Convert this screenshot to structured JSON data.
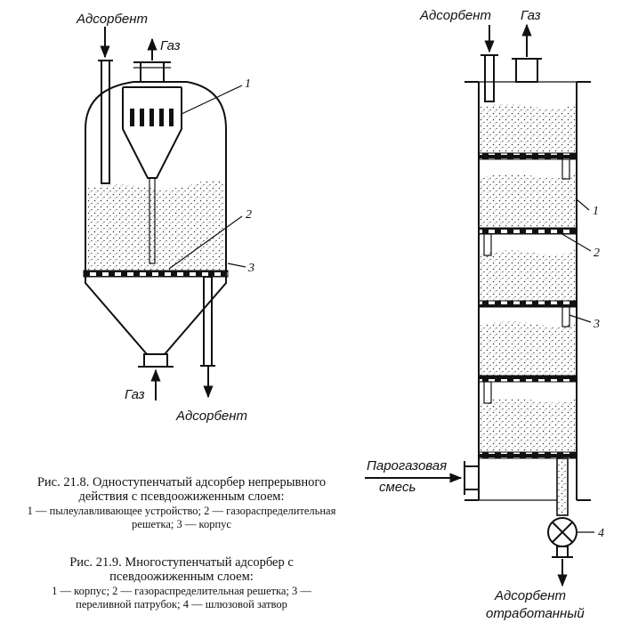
{
  "fig1": {
    "labels": {
      "adsorbent_in": "Адсорбент",
      "gas_out": "Газ",
      "gas_in": "Газ",
      "adsorbent_out": "Адсорбент"
    },
    "callouts": [
      "1",
      "2",
      "3"
    ]
  },
  "fig2": {
    "labels": {
      "adsorbent_in": "Адсорбент",
      "gas_out": "Газ",
      "vapor_gas_line1": "Парогазовая",
      "vapor_gas_line2": "смесь",
      "spent_line1": "Адсорбент",
      "spent_line2": "отработанный"
    },
    "callouts": [
      "1",
      "2",
      "3",
      "4"
    ]
  },
  "captions": {
    "fig1": {
      "title": "Рис. 21.8. Одноступенчатый адсорбер непрерывного действия с псевдоожиженным слоем:",
      "legend": "1 — пылеулавливающее устройство; 2 — газораспределительная решетка; 3 — корпус"
    },
    "fig2": {
      "title": "Рис. 21.9. Многоступенчатый адсорбер с псевдоожиженным слоем:",
      "legend": "1 — корпус; 2 — газораспределительная решетка; 3 — переливной патрубок; 4 — шлюзовой затвор"
    }
  }
}
